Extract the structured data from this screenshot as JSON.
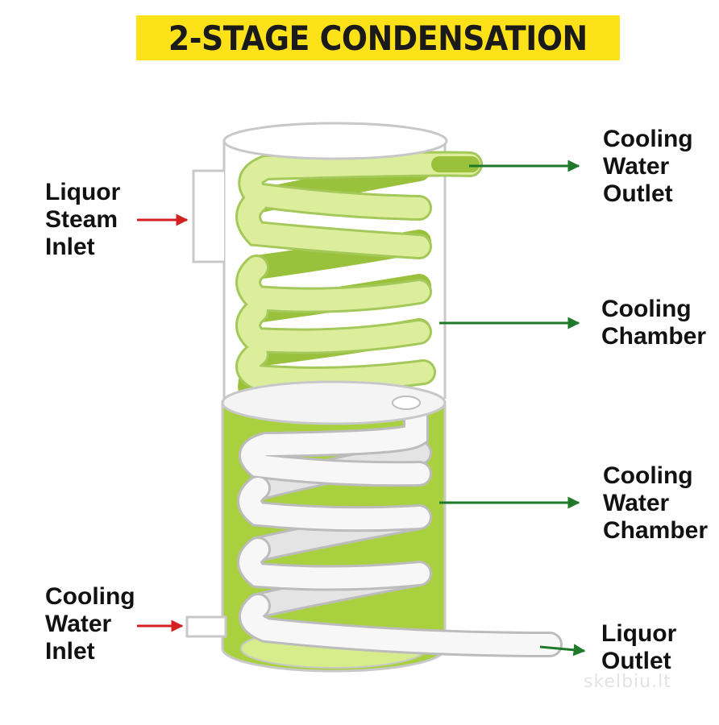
{
  "title": "2-STAGE CONDENSATION",
  "labels": {
    "liquor_steam_inlet": "Liquor\nSteam\nInlet",
    "cooling_water_outlet": "Cooling\nWater\nOutlet",
    "cooling_chamber": "Cooling\nChamber",
    "cooling_water_chamber": "Cooling\nWater\nChamber",
    "cooling_water_inlet": "Cooling\nWater\nInlet",
    "liquor_outlet": "Liquor\nOutlet"
  },
  "watermark": "skelbiu.lt",
  "colors": {
    "banner": "#fde21a",
    "inlet_arrow": "#d42020",
    "outlet_arrow": "#1e7a2a",
    "coil_light": "#d9ec95",
    "coil_dark": "#9ac13c",
    "water": "#a9d13f",
    "outline": "#c8c8c8"
  }
}
